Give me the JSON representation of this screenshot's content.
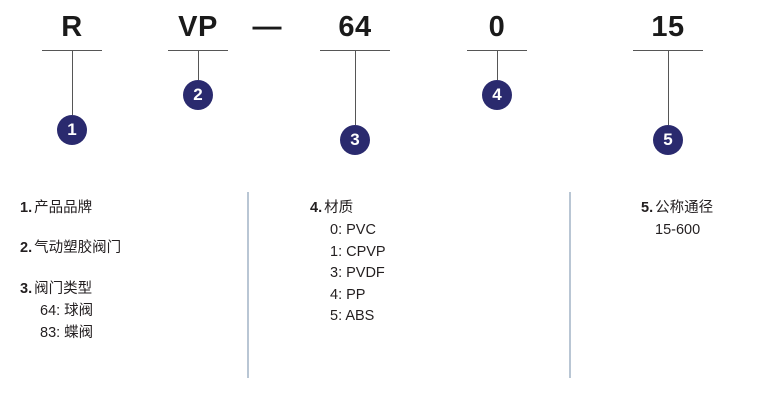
{
  "diagram": {
    "title_code": "RVP-64015",
    "accent_color": "#2a2a6e",
    "rule_color": "#565656",
    "divider_color": "#b9c6d4",
    "separator_dash": "—",
    "segments": [
      {
        "code": "R",
        "badge": "1"
      },
      {
        "code": "VP",
        "badge": "2"
      },
      {
        "code": "64",
        "badge": "3"
      },
      {
        "code": "0",
        "badge": "4"
      },
      {
        "code": "15",
        "badge": "5"
      }
    ]
  },
  "legend": {
    "columns": [
      {
        "entries": [
          {
            "num": "1",
            "dot": ".",
            "title": "产品品牌",
            "subitems": []
          },
          {
            "num": "2",
            "dot": ".",
            "title": "气动塑胶阀门",
            "subitems": []
          },
          {
            "num": "3",
            "dot": ".",
            "title": "阀门类型",
            "subitems": [
              "64: 球阀",
              "83: 蝶阀"
            ]
          }
        ]
      },
      {
        "entries": [
          {
            "num": "4",
            "dot": ".",
            "title": "材质",
            "subitems": [
              "0: PVC",
              "1: CPVP",
              "3: PVDF",
              "4: PP",
              "5: ABS"
            ]
          }
        ]
      },
      {
        "entries": [
          {
            "num": "5",
            "dot": ".",
            "title": "公称通径",
            "subitems": [
              "15-600"
            ]
          }
        ]
      }
    ]
  }
}
